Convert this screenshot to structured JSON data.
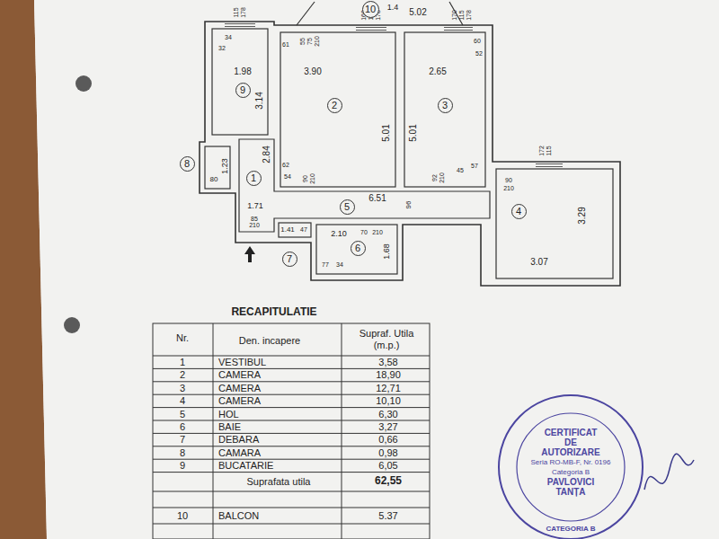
{
  "diagram": {
    "title": "RECAPITULATIE",
    "nodes": [
      {
        "text": [
          "10"
        ]
      },
      {
        "text": [
          "9"
        ]
      },
      {
        "text": [
          "2"
        ]
      },
      {
        "text": [
          "3"
        ]
      },
      {
        "text": [
          "8"
        ]
      },
      {
        "text": [
          "1"
        ]
      },
      {
        "text": [
          "5"
        ]
      },
      {
        "text": [
          "4"
        ]
      },
      {
        "text": [
          "7"
        ]
      },
      {
        "text": [
          "6"
        ]
      },
      {
        "text": [
          "CERTIFICAT",
          "DE",
          "AUTORIZARE",
          "Seria RO-MB-F, Nr. 0196",
          "Categoria B",
          "PAVLOVICI",
          "TANȚA",
          "CATEGORIA B"
        ]
      }
    ],
    "labels": [
      "115",
      "178",
      "34",
      "32",
      "1.98",
      "3.14",
      "55",
      "75",
      "210",
      "160",
      "115",
      "178",
      "61",
      "3.90",
      "5.01",
      "5.01",
      "170",
      "115",
      "178",
      "60",
      "52",
      "2.65",
      "1.4",
      "5.02",
      "62",
      "54",
      "90",
      "210",
      "92",
      "210",
      "45",
      "57",
      "172",
      "115",
      "3.29",
      "90",
      "210",
      "3.07",
      "6.51",
      "96",
      "1.71",
      "2.84",
      "1.23",
      "80",
      "85",
      "210",
      "1.41",
      "47",
      "70",
      "210",
      "2.10",
      "1.68",
      "77",
      "34",
      "Nr.",
      "Den. incapere",
      "Supraf. Utila (m.p.)",
      "1",
      "2",
      "3",
      "4",
      "5",
      "6",
      "7",
      "8",
      "9",
      "VESTIBUL",
      "CAMERA",
      "CAMERA",
      "CAMERA",
      "HOL",
      "BAIE",
      "DEBARA",
      "CAMARA",
      "BUCATARIE",
      "3,58",
      "18,90",
      "12,71",
      "10,10",
      "6,30",
      "3,27",
      "0,66",
      "0,98",
      "6,05",
      "Suprafata utila",
      "62,55",
      "10",
      "BALCON",
      "5.37"
    ]
  }
}
